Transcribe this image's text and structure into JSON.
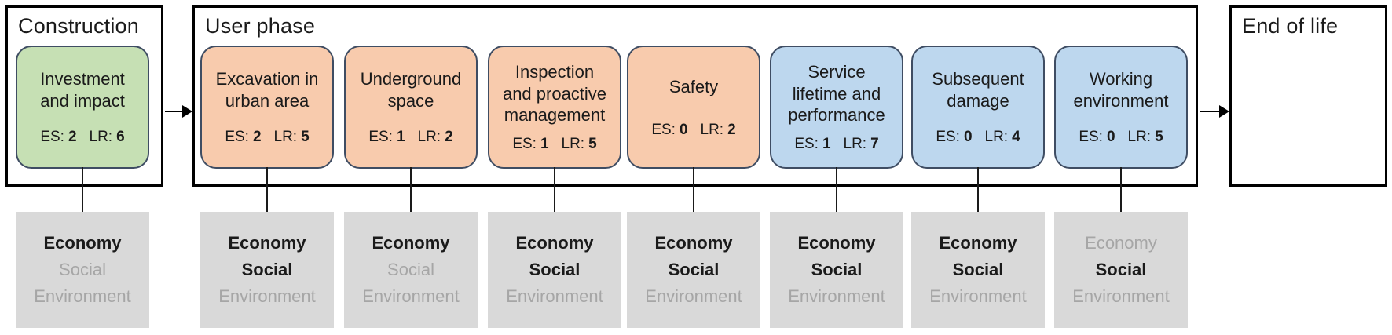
{
  "colors": {
    "card_green": "#C6E0B4",
    "card_orange": "#F8CBAD",
    "card_blue": "#BDD7EE",
    "card_border": "#3F4D63",
    "impact_box_bg": "#D9D9D9",
    "text_strong": "#1A1A1A",
    "text_muted": "#A6A6A6",
    "outline": "#000000"
  },
  "phases": {
    "construction": {
      "label": "Construction"
    },
    "user_phase": {
      "label": "User phase"
    },
    "end_of_life": {
      "label": "End of life"
    }
  },
  "cards": [
    {
      "title": "Investment\nand impact",
      "color": "green",
      "es_label": "ES:",
      "es_value": "2",
      "lr_label": "LR:",
      "lr_value": "6"
    },
    {
      "title": "Excavation in\nurban area",
      "color": "orange",
      "es_label": "ES:",
      "es_value": "2",
      "lr_label": "LR:",
      "lr_value": "5"
    },
    {
      "title": "Underground\nspace",
      "color": "orange",
      "es_label": "ES:",
      "es_value": "1",
      "lr_label": "LR:",
      "lr_value": "2"
    },
    {
      "title": "Inspection\nand proactive\nmanagement",
      "color": "orange",
      "es_label": "ES:",
      "es_value": "1",
      "lr_label": "LR:",
      "lr_value": "5"
    },
    {
      "title": "Safety",
      "color": "orange",
      "es_label": "ES:",
      "es_value": "0",
      "lr_label": "LR:",
      "lr_value": "2"
    },
    {
      "title": "Service\nlifetime and\nperformance",
      "color": "blue",
      "es_label": "ES:",
      "es_value": "1",
      "lr_label": "LR:",
      "lr_value": "7"
    },
    {
      "title": "Subsequent\ndamage",
      "color": "blue",
      "es_label": "ES:",
      "es_value": "0",
      "lr_label": "LR:",
      "lr_value": "4"
    },
    {
      "title": "Working\nenvironment",
      "color": "blue",
      "es_label": "ES:",
      "es_value": "0",
      "lr_label": "LR:",
      "lr_value": "5"
    }
  ],
  "impact_boxes": [
    {
      "rows": [
        {
          "text": "Economy",
          "style": "strong"
        },
        {
          "text": "Social",
          "style": "muted"
        },
        {
          "text": "Environment",
          "style": "muted"
        }
      ]
    },
    {
      "rows": [
        {
          "text": "Economy",
          "style": "strong"
        },
        {
          "text": "Social",
          "style": "strong"
        },
        {
          "text": "Environment",
          "style": "muted"
        }
      ]
    },
    {
      "rows": [
        {
          "text": "Economy",
          "style": "strong"
        },
        {
          "text": "Social",
          "style": "muted"
        },
        {
          "text": "Environment",
          "style": "muted"
        }
      ]
    },
    {
      "rows": [
        {
          "text": "Economy",
          "style": "strong"
        },
        {
          "text": "Social",
          "style": "strong"
        },
        {
          "text": "Environment",
          "style": "muted"
        }
      ]
    },
    {
      "rows": [
        {
          "text": "Economy",
          "style": "strong"
        },
        {
          "text": "Social",
          "style": "strong"
        },
        {
          "text": "Environment",
          "style": "muted"
        }
      ]
    },
    {
      "rows": [
        {
          "text": "Economy",
          "style": "strong"
        },
        {
          "text": "Social",
          "style": "strong"
        },
        {
          "text": "Environment",
          "style": "muted"
        }
      ]
    },
    {
      "rows": [
        {
          "text": "Economy",
          "style": "strong"
        },
        {
          "text": "Social",
          "style": "strong"
        },
        {
          "text": "Environment",
          "style": "muted"
        }
      ]
    },
    {
      "rows": [
        {
          "text": "Economy",
          "style": "muted"
        },
        {
          "text": "Social",
          "style": "strong"
        },
        {
          "text": "Environment",
          "style": "muted"
        }
      ]
    }
  ]
}
